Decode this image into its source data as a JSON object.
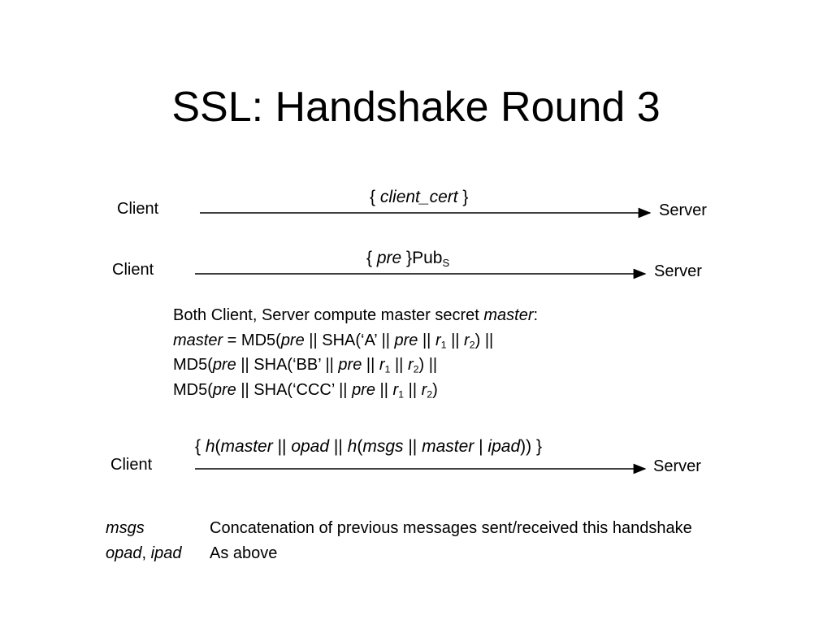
{
  "title": "SSL: Handshake Round 3",
  "parties": {
    "client": "Client",
    "server": "Server"
  },
  "messages": [
    {
      "lbrace": "{ ",
      "var": "client_cert",
      "rbrace": " }"
    },
    {
      "lbrace": "{ ",
      "var": "pre",
      "rbrace": " }Pub",
      "sub": "S"
    },
    {
      "text": "{ h(master || opad || h(msgs || master | ipad)) }",
      "parts": [
        "{ ",
        "h",
        "(",
        "master",
        " || ",
        "opad",
        " || ",
        "h",
        "(",
        "msgs",
        " || ",
        "master",
        " | ",
        "ipad",
        ")) }"
      ]
    }
  ],
  "computation": {
    "line1_text": "Both Client, Server compute master secret ",
    "line1_var": "master",
    "line1_end": ":",
    "line2": [
      "master",
      " =  MD5(",
      "pre",
      " || SHA(‘A’ || ",
      "pre",
      " || ",
      "r",
      "1",
      " || ",
      "r",
      "2",
      ") ||"
    ],
    "line3": [
      "MD5(",
      "pre",
      " || SHA(‘BB’ || ",
      "pre",
      " || ",
      "r",
      "1",
      " || ",
      "r",
      "2",
      ") ||"
    ],
    "line4": [
      "MD5(",
      "pre",
      " || SHA(‘CCC’ || ",
      "pre",
      " || ",
      "r",
      "1",
      " || ",
      "r",
      "2",
      ")"
    ]
  },
  "definitions": [
    {
      "term_parts": [
        "msgs"
      ],
      "description": "Concatenation of previous messages sent/received this handshake"
    },
    {
      "term_parts": [
        "opad",
        ", ",
        "ipad"
      ],
      "description": "As above"
    }
  ]
}
